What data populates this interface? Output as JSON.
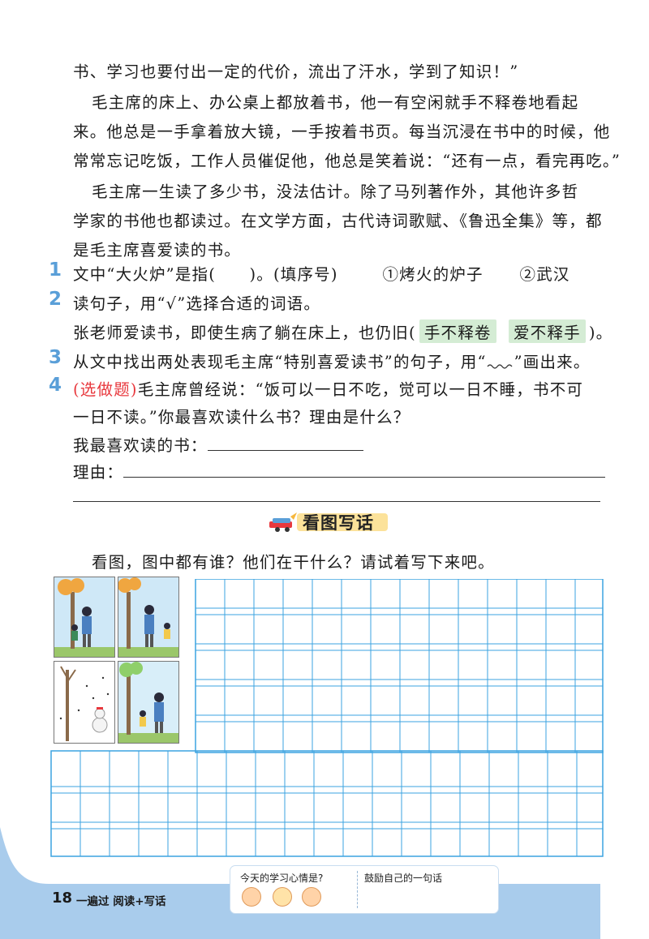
{
  "passage": {
    "line1": "书、学习也要付出一定的代价，流出了汗水，学到了知识！”",
    "p2_line1": "毛主席的床上、办公桌上都放着书，他一有空闲就手不释卷地看起",
    "p2_line2": "来。他总是一手拿着放大镜，一手按着书页。每当沉浸在书中的时候，他",
    "p2_line3": "常常忘记吃饭，工作人员催促他，他总是笑着说：“还有一点，看完再吃。”",
    "p3_line1": "毛主席一生读了多少书，没法估计。除了马列著作外，其他许多哲",
    "p3_line2": "学家的书他也都读过。在文学方面，古代诗词歌赋、《鲁迅全集》等，都",
    "p3_line3": "是毛主席喜爱读的书。"
  },
  "questions": {
    "q1": {
      "num": "1",
      "text": "文中“大火炉”是指(　　)。(填序号)",
      "opt1": "①烤火的炉子",
      "opt2": "②武汉"
    },
    "q2": {
      "num": "2",
      "text": "读句子，用“√”选择合适的词语。",
      "sentence_pre": "张老师爱读书，即使生病了躺在床上，也仍旧(",
      "choice1": "手不释卷",
      "choice2": "爱不释手",
      "sentence_post": ")。"
    },
    "q3": {
      "num": "3",
      "text_pre": "从文中找出两处表现毛主席“特别喜爱读书”的句子，用“",
      "text_post": "”画出来。"
    },
    "q4": {
      "num": "4",
      "tag": "(选做题)",
      "text1": "毛主席曾经说：“饭可以一日不吃，觉可以一日不睡，书不可",
      "text2": "一日不读。”你最喜欢读什么书？理由是什么？",
      "book_label": "我最喜欢读的书：",
      "reason_label": "理由："
    }
  },
  "section": {
    "title": "看图写话",
    "prompt": "看图，图中都有谁？他们在干什么？请试着写下来吧。"
  },
  "footer": {
    "page_number": "18",
    "brand": "一遍过 阅读+写话",
    "mood_question": "今天的学习心情是?",
    "encourage": "鼓励自己的一句话"
  },
  "colors": {
    "accent_blue": "#5a9fd8",
    "grid_blue": "#3ba3e0",
    "highlight_green": "#d4ecd4",
    "tag_red": "#e8383d",
    "banner_yellow": "#fce29a"
  }
}
